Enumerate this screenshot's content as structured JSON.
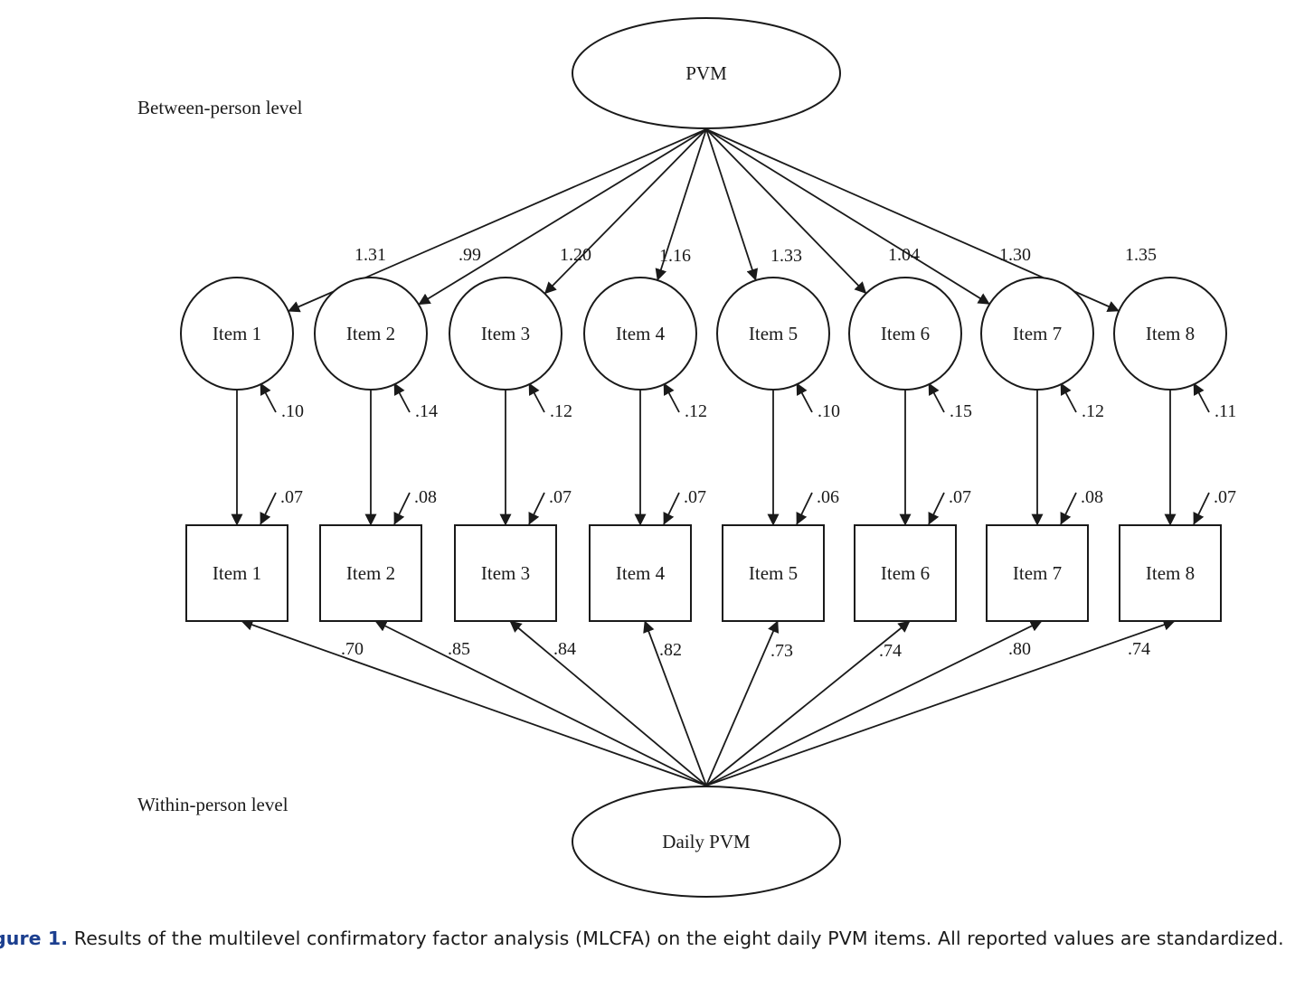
{
  "figure": {
    "between_level_label": "Between-person level",
    "within_level_label": "Within-person level",
    "between_factor": "PVM",
    "within_factor": "Daily PVM",
    "items": [
      {
        "label": "Item 1",
        "between_loading": "1.31",
        "between_residual": ".10",
        "within_residual": ".07",
        "within_loading": ".70"
      },
      {
        "label": "Item 2",
        "between_loading": ".99",
        "between_residual": ".14",
        "within_residual": ".08",
        "within_loading": ".85"
      },
      {
        "label": "Item 3",
        "between_loading": "1.20",
        "between_residual": ".12",
        "within_residual": ".07",
        "within_loading": ".84"
      },
      {
        "label": "Item 4",
        "between_loading": "1.16",
        "between_residual": ".12",
        "within_residual": ".07",
        "within_loading": ".82"
      },
      {
        "label": "Item 5",
        "between_loading": "1.33",
        "between_residual": ".10",
        "within_residual": ".06",
        "within_loading": ".73"
      },
      {
        "label": "Item 6",
        "between_loading": "1.04",
        "between_residual": ".15",
        "within_residual": ".07",
        "within_loading": ".74"
      },
      {
        "label": "Item 7",
        "between_loading": "1.30",
        "between_residual": ".12",
        "within_residual": ".08",
        "within_loading": ".80"
      },
      {
        "label": "Item 8",
        "between_loading": "1.35",
        "between_residual": ".11",
        "within_residual": ".07",
        "within_loading": ".74"
      }
    ]
  },
  "caption": {
    "figure_label": "gure 1.",
    "text": " Results of the multilevel confirmatory factor analysis (MLCFA) on the eight daily PVM items. All reported values are standardized."
  }
}
